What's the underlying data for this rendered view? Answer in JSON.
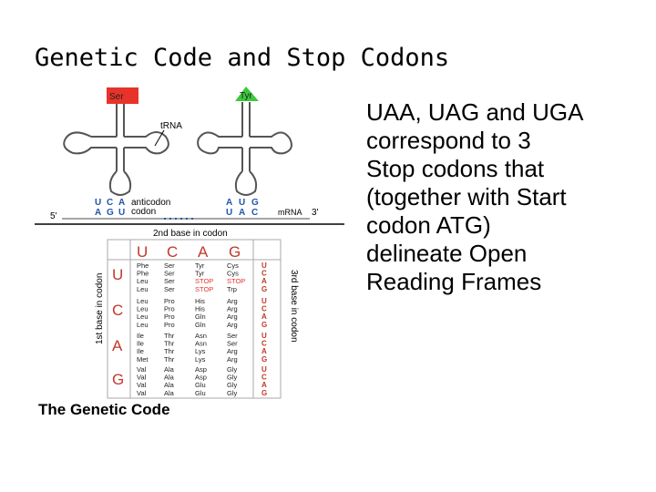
{
  "title": "Genetic Code and Stop Codons",
  "bullet_lines": [
    "UAA, UAG and UGA",
    "correspond to 3",
    "Stop codons that",
    "(together with Start",
    "codon ATG)",
    "delineate Open",
    "Reading Frames"
  ],
  "caption": "The Genetic Code",
  "trna": {
    "left_label": "Ser",
    "right_label": "Tyr",
    "trna_label": "tRNA",
    "anticodon_label": "anticodon",
    "codon_label": "codon",
    "five_prime": "5'",
    "three_prime": "3'",
    "mrna_label": "mRNA",
    "left_anticodon": [
      "U",
      "C",
      "A"
    ],
    "left_codon": [
      "A",
      "G",
      "U"
    ],
    "right_anticodon": [
      "A",
      "U",
      "G"
    ],
    "right_codon": [
      "U",
      "A",
      "C"
    ],
    "left_color": "#e8332a",
    "right_color": "#3cc83c"
  },
  "table": {
    "second_base_title": "2nd base in codon",
    "first_base_title": "1st base in codon",
    "third_base_title": "3rd base in codon",
    "second_bases": [
      "U",
      "C",
      "A",
      "G"
    ],
    "first_bases": [
      "U",
      "C",
      "A",
      "G"
    ],
    "third_bases": [
      "U",
      "C",
      "A",
      "G",
      "U",
      "C",
      "A",
      "G",
      "U",
      "C",
      "A",
      "G",
      "U",
      "C",
      "A",
      "G"
    ],
    "cells": [
      [
        [
          "Phe",
          "Phe",
          "Leu",
          "Leu"
        ],
        [
          "Ser",
          "Ser",
          "Ser",
          "Ser"
        ],
        [
          "Tyr",
          "Tyr",
          "STOP",
          "STOP"
        ],
        [
          "Cys",
          "Cys",
          "STOP",
          "Trp"
        ]
      ],
      [
        [
          "Leu",
          "Leu",
          "Leu",
          "Leu"
        ],
        [
          "Pro",
          "Pro",
          "Pro",
          "Pro"
        ],
        [
          "His",
          "His",
          "Gln",
          "Gln"
        ],
        [
          "Arg",
          "Arg",
          "Arg",
          "Arg"
        ]
      ],
      [
        [
          "Ile",
          "Ile",
          "Ile",
          "Met"
        ],
        [
          "Thr",
          "Thr",
          "Thr",
          "Thr"
        ],
        [
          "Asn",
          "Asn",
          "Lys",
          "Lys"
        ],
        [
          "Ser",
          "Ser",
          "Arg",
          "Arg"
        ]
      ],
      [
        [
          "Val",
          "Val",
          "Val",
          "Val"
        ],
        [
          "Ala",
          "Ala",
          "Ala",
          "Ala"
        ],
        [
          "Asp",
          "Asp",
          "Glu",
          "Glu"
        ],
        [
          "Gly",
          "Gly",
          "Gly",
          "Gly"
        ]
      ]
    ],
    "stop_color": "#e8332a",
    "base_color": "#c0392b"
  }
}
